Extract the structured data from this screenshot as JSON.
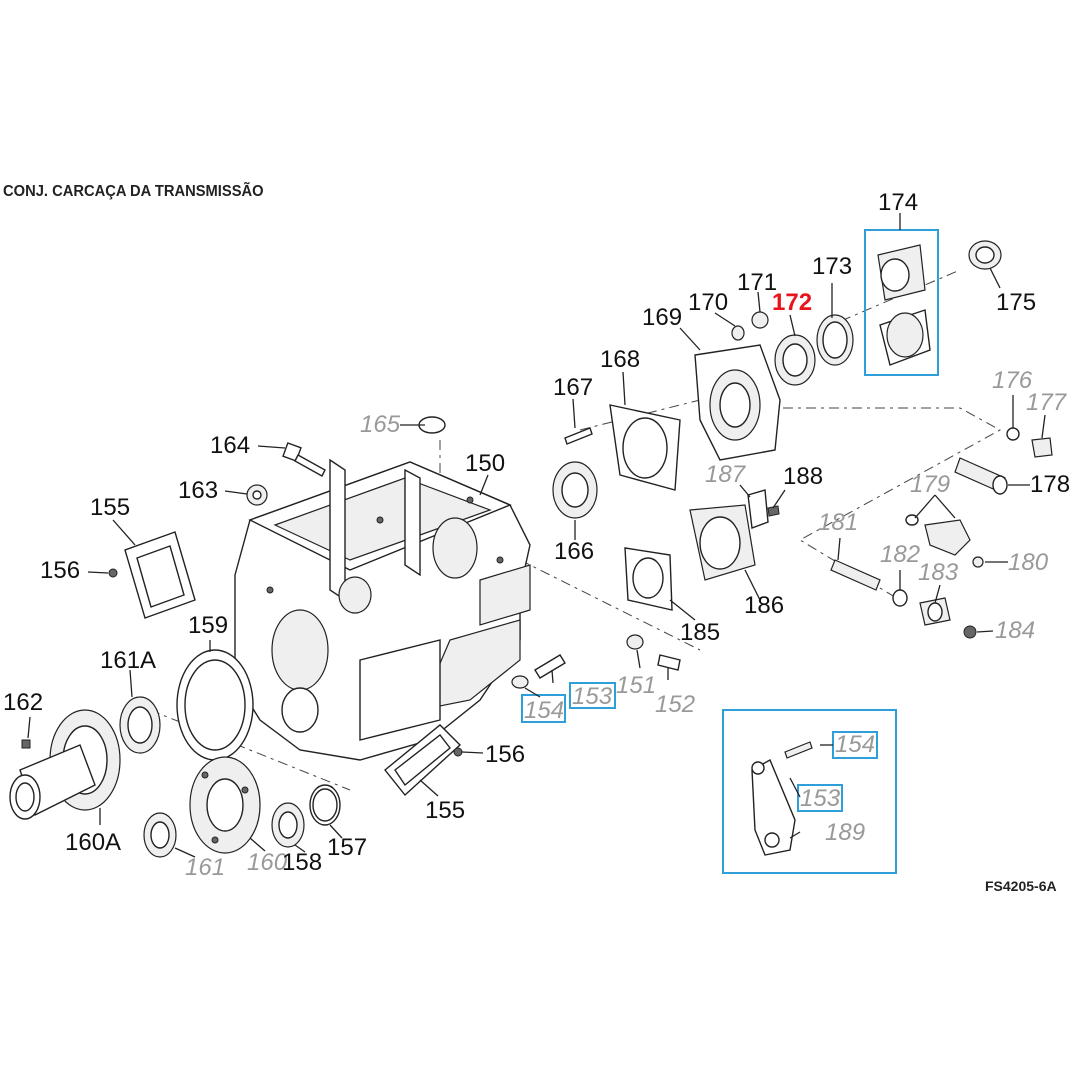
{
  "title": "CONJ. CARCAÇA DA TRANSMISSÃO",
  "figure_code": "FS4205-6A",
  "colors": {
    "highlight": "#e8141c",
    "box": "#2e9fd9",
    "inactive": "#999999",
    "line": "#222222"
  },
  "labels": {
    "l150": "150",
    "l151": "151",
    "l152": "152",
    "l153a": "153",
    "l153b": "153",
    "l154a": "154",
    "l154b": "154",
    "l155a": "155",
    "l155b": "155",
    "l156a": "156",
    "l156b": "156",
    "l157": "157",
    "l158": "158",
    "l159": "159",
    "l160": "160",
    "l160A": "160A",
    "l161": "161",
    "l161A": "161A",
    "l162": "162",
    "l163": "163",
    "l164": "164",
    "l165": "165",
    "l166": "166",
    "l167": "167",
    "l168": "168",
    "l169": "169",
    "l170": "170",
    "l171": "171",
    "l172": "172",
    "l173": "173",
    "l174": "174",
    "l175": "175",
    "l176": "176",
    "l177": "177",
    "l178": "178",
    "l179": "179",
    "l180": "180",
    "l181": "181",
    "l182": "182",
    "l183": "183",
    "l184": "184",
    "l185": "185",
    "l186": "186",
    "l187": "187",
    "l188": "188",
    "l189": "189"
  }
}
